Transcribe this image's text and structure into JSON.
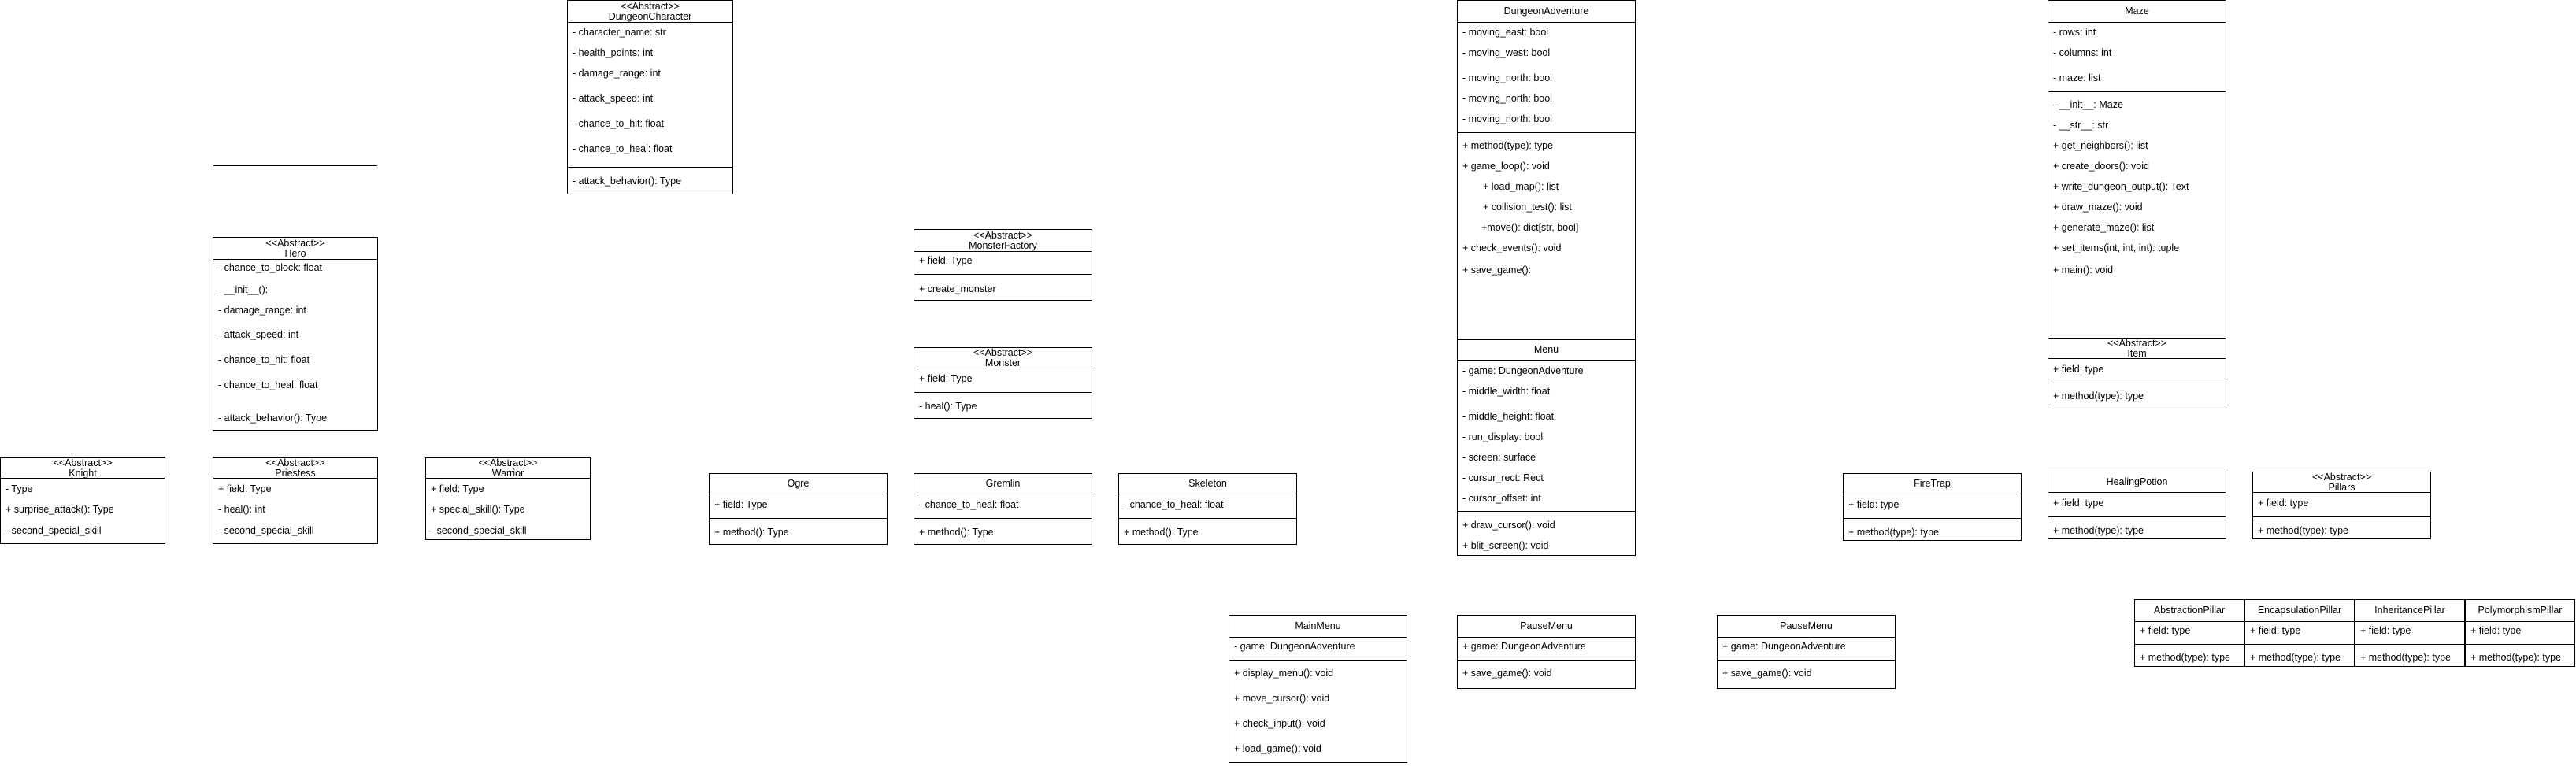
{
  "classes": [
    {
      "id": "dungeon-character",
      "stereotype": "<<Abstract>>",
      "name": "DungeonCharacter",
      "attributes": [
        "- character_name: str",
        "- health_points: int",
        "- damage_range: int",
        "- attack_speed: int",
        "- chance_to_hit: float",
        "- chance_to_heal: float"
      ],
      "methods": [
        "- attack_behavior(): Type"
      ]
    },
    {
      "id": "hero",
      "stereotype": "<<Abstract>>",
      "name": "Hero",
      "attributes": [
        "- chance_to_block: float",
        "- __init__():",
        "- damage_range: int",
        "- attack_speed: int",
        "- chance_to_hit: float",
        "- chance_to_heal: float"
      ],
      "methods": [
        "- attack_behavior(): Type"
      ]
    },
    {
      "id": "knight",
      "stereotype": "<<Abstract>>",
      "name": "Knight",
      "attributes": [
        "- Type",
        "+ surprise_attack(): Type",
        "- second_special_skill"
      ],
      "methods": []
    },
    {
      "id": "priestess",
      "stereotype": "<<Abstract>>",
      "name": "Priestess",
      "attributes": [
        "+ field: Type",
        "- heal(): int",
        "- second_special_skill"
      ],
      "methods": []
    },
    {
      "id": "warrior",
      "stereotype": "<<Abstract>>",
      "name": "Warrior",
      "attributes": [
        "+ field: Type",
        "+ special_skill(): Type",
        "- second_special_skill"
      ],
      "methods": []
    },
    {
      "id": "monster-factory",
      "stereotype": "<<Abstract>>",
      "name": "MonsterFactory",
      "attributes": [
        "+ field: Type"
      ],
      "methods": [
        "+ create_monster"
      ]
    },
    {
      "id": "monster",
      "stereotype": "<<Abstract>>",
      "name": "Monster",
      "attributes": [
        "+ field: Type"
      ],
      "methods": [
        "- heal(): Type"
      ]
    },
    {
      "id": "ogre",
      "stereotype": "",
      "name": "Ogre",
      "attributes": [
        "+ field: Type"
      ],
      "methods": [
        "+ method(): Type"
      ]
    },
    {
      "id": "gremlin",
      "stereotype": "",
      "name": "Gremlin",
      "attributes": [
        "- chance_to_heal: float"
      ],
      "methods": [
        "+ method(): Type"
      ]
    },
    {
      "id": "skeleton",
      "stereotype": "",
      "name": "Skeleton",
      "attributes": [
        "- chance_to_heal: float"
      ],
      "methods": [
        "+ method(): Type"
      ]
    },
    {
      "id": "dungeon-adventure",
      "stereotype": "",
      "name": "DungeonAdventure",
      "attributes": [
        "- moving_east: bool",
        "- moving_west: bool",
        "- moving_north: bool",
        "- moving_north: bool",
        "- moving_north: bool"
      ],
      "methods": [
        "+ method(type): type",
        "+ game_loop(): void",
        "+ load_map(): list",
        "+ collision_test(): list",
        "+move(): dict[str, bool]",
        "+ check_events(): void",
        "+ save_game():"
      ]
    },
    {
      "id": "maze",
      "stereotype": "",
      "name": "Maze",
      "attributes": [
        "- rows: int",
        "- columns: int",
        "- maze: list"
      ],
      "methods": [
        "- __init__: Maze",
        "- __str__: str",
        "+ get_neighbors(): list",
        "+ create_doors(): void",
        "+ write_dungeon_output(): Text",
        "+ draw_maze(): void",
        "+ generate_maze(): list",
        "+ set_items(int, int, int): tuple",
        "+ main(): void"
      ]
    },
    {
      "id": "item",
      "stereotype": "<<Abstract>>",
      "name": "Item",
      "attributes": [
        "+ field: type"
      ],
      "methods": [
        "+ method(type): type"
      ]
    },
    {
      "id": "menu",
      "stereotype": "",
      "name": "Menu",
      "attributes": [
        "- game: DungeonAdventure",
        "- middle_width: float",
        "- middle_height: float",
        "- run_display: bool",
        "- screen: surface",
        "- cursur_rect: Rect",
        "- cursor_offset: int"
      ],
      "methods": [
        "+ draw_cursor(): void",
        "+ blit_screen(): void"
      ]
    },
    {
      "id": "fire-trap",
      "stereotype": "",
      "name": "FireTrap",
      "attributes": [
        "+ field: type"
      ],
      "methods": [
        "+ method(type): type"
      ]
    },
    {
      "id": "healing-potion",
      "stereotype": "",
      "name": "HealingPotion",
      "attributes": [
        "+ field: type"
      ],
      "methods": [
        "+ method(type): type"
      ]
    },
    {
      "id": "pillars",
      "stereotype": "<<Abstract>>",
      "name": "Pillars",
      "attributes": [
        "+ field: type"
      ],
      "methods": [
        "+ method(type): type"
      ]
    },
    {
      "id": "main-menu",
      "stereotype": "",
      "name": "MainMenu",
      "attributes": [
        "- game: DungeonAdventure"
      ],
      "methods": [
        "+ display_menu(): void",
        "+ move_cursor(): void",
        "+ check_input(): void",
        "+ load_game(): void"
      ]
    },
    {
      "id": "pause-menu-1",
      "stereotype": "",
      "name": "PauseMenu",
      "attributes": [
        "+ game: DungeonAdventure"
      ],
      "methods": [
        "+ save_game(): void"
      ]
    },
    {
      "id": "pause-menu-2",
      "stereotype": "",
      "name": "PauseMenu",
      "attributes": [
        "+ game: DungeonAdventure"
      ],
      "methods": [
        "+ save_game(): void"
      ]
    },
    {
      "id": "abstraction-pillar",
      "stereotype": "",
      "name": "AbstractionPillar",
      "attributes": [
        "+ field: type"
      ],
      "methods": [
        "+ method(type): type"
      ]
    },
    {
      "id": "encapsulation-pillar",
      "stereotype": "",
      "name": "EncapsulationPillar",
      "attributes": [
        "+ field: type"
      ],
      "methods": [
        "+ method(type): type"
      ]
    },
    {
      "id": "inheritance-pillar",
      "stereotype": "",
      "name": "InheritancePillar",
      "attributes": [
        "+ field: type"
      ],
      "methods": [
        "+ method(type): type"
      ]
    },
    {
      "id": "polymorphism-pillar",
      "stereotype": "",
      "name": "PolymorphismPillar",
      "attributes": [
        "+ field: type"
      ],
      "methods": [
        "+ method(type): type"
      ]
    }
  ]
}
